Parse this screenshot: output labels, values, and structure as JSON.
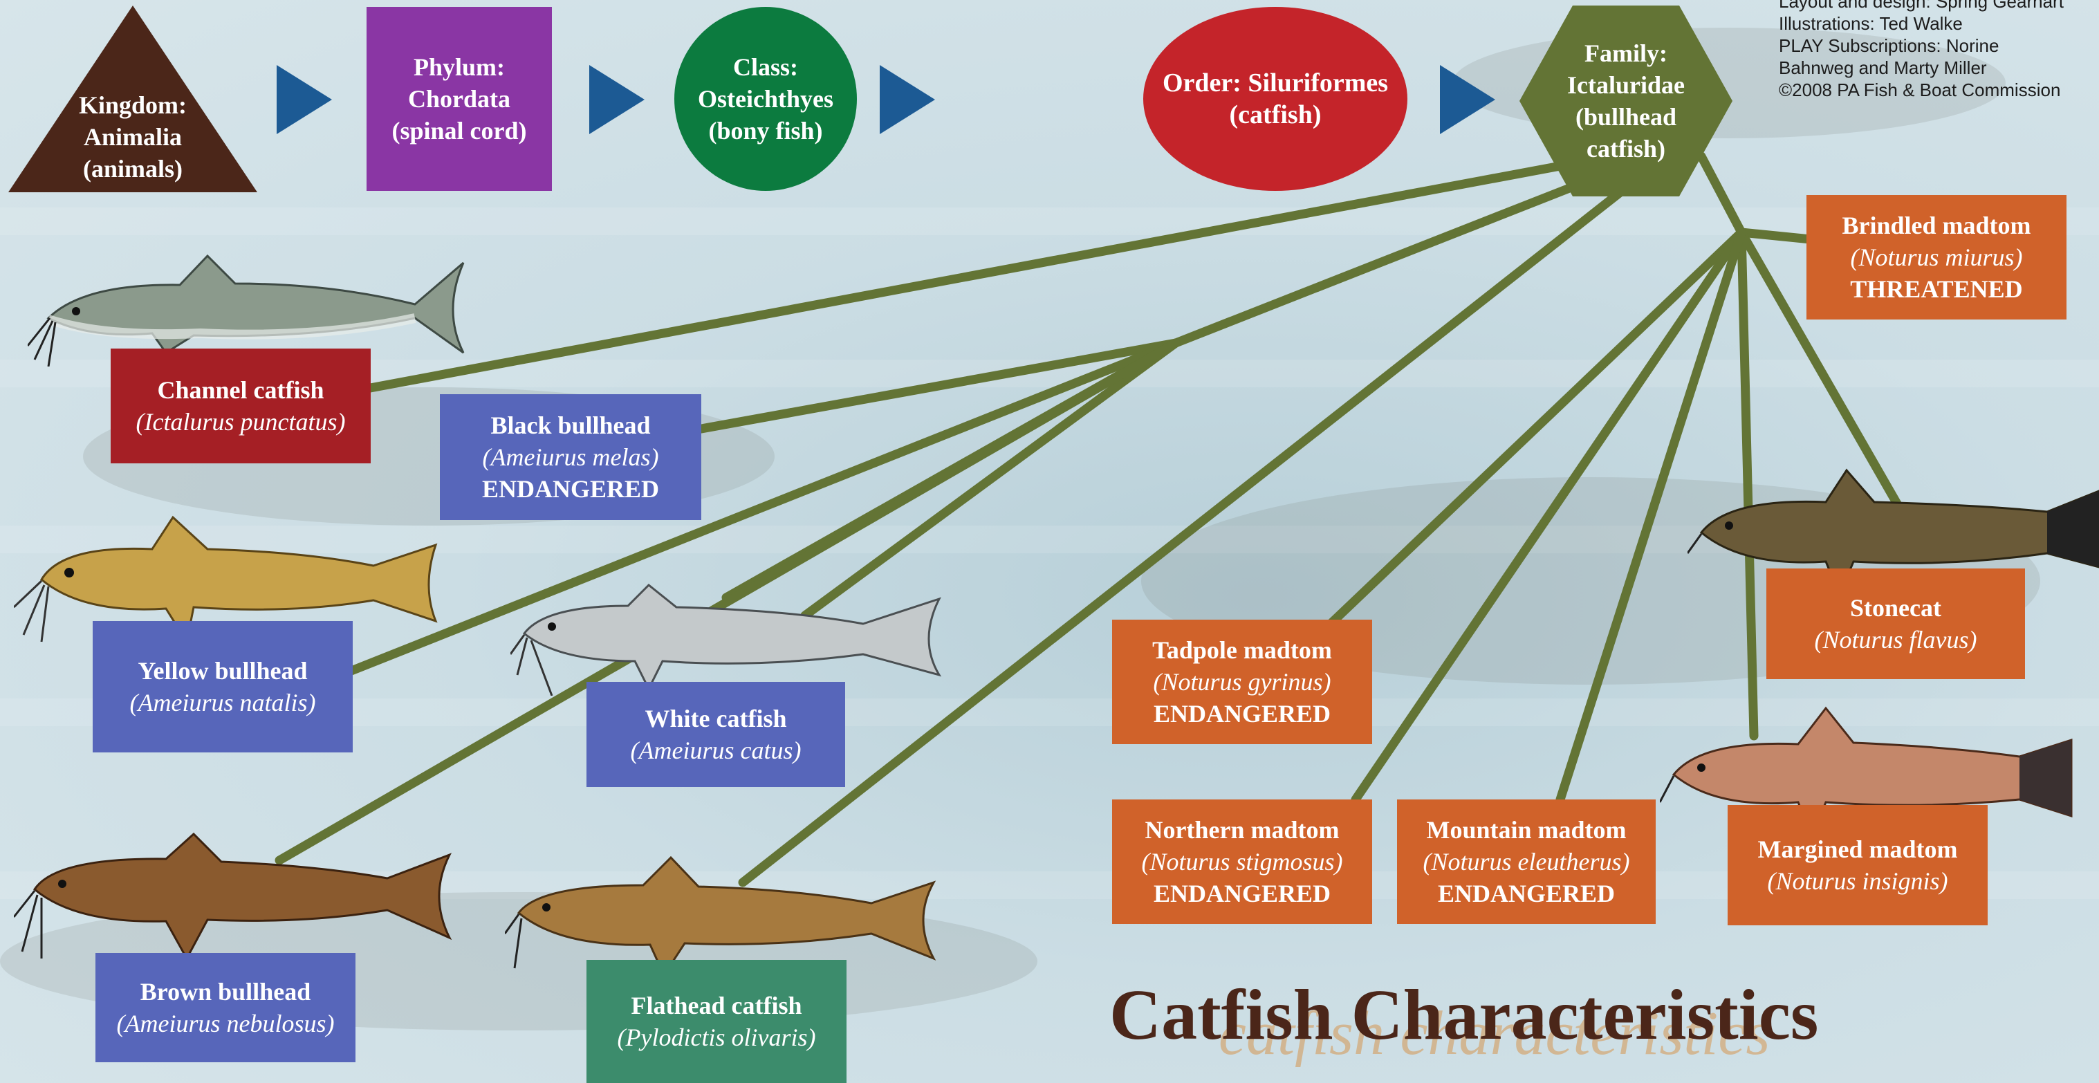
{
  "credits": {
    "line1": "Layout and design: Spring Gearhart",
    "line2": "Illustrations: Ted Walke",
    "line3": "PLAY Subscriptions: Norine",
    "line4": "Bahnweg and Marty Miller",
    "line5": "©2008 PA Fish & Boat Commission"
  },
  "taxonomy": {
    "kingdom": {
      "line1": "Kingdom:",
      "line2": "Animalia",
      "line3": "(animals)",
      "color": "#4b2619"
    },
    "phylum": {
      "line1": "Phylum:",
      "line2": "Chordata",
      "line3": "(spinal cord)",
      "color": "#8a36a4"
    },
    "class": {
      "line1": "Class:",
      "line2": "Osteichthyes",
      "line3": "(bony fish)",
      "color": "#0c7b3f"
    },
    "order": {
      "line1": "Order:  Siluriformes",
      "line2": "(catfish)",
      "color": "#c4242a"
    },
    "family": {
      "line1": "Family:",
      "line2": "Ictaluridae",
      "line3": "(bullhead",
      "line4": "catfish)",
      "color": "#637435"
    }
  },
  "species": {
    "channel": {
      "name": "Channel catfish",
      "sci": "(Ictalurus punctatus)"
    },
    "black": {
      "name": "Black bullhead",
      "sci": "(Ameiurus melas)",
      "status": "ENDANGERED"
    },
    "yellow": {
      "name": "Yellow bullhead",
      "sci": "(Ameiurus natalis)"
    },
    "white": {
      "name": "White catfish",
      "sci": "(Ameiurus catus)"
    },
    "brown": {
      "name": "Brown bullhead",
      "sci": "(Ameiurus nebulosus)"
    },
    "flathead": {
      "name": "Flathead catfish",
      "sci": "(Pylodictis olivaris)"
    },
    "brindled": {
      "name": "Brindled madtom",
      "sci": "(Noturus miurus)",
      "status": "THREATENED"
    },
    "stonecat": {
      "name": "Stonecat",
      "sci": "(Noturus flavus)"
    },
    "tadpole": {
      "name": "Tadpole madtom",
      "sci": "(Noturus gyrinus)",
      "status": "ENDANGERED"
    },
    "northern": {
      "name": "Northern madtom",
      "sci": "(Noturus stigmosus)",
      "status": "ENDANGERED"
    },
    "mountain": {
      "name": "Mountain madtom",
      "sci": "(Noturus eleutherus)",
      "status": "ENDANGERED"
    },
    "margined": {
      "name": "Margined madtom",
      "sci": "(Noturus insignis)"
    }
  },
  "colors": {
    "connector": "#637435",
    "arrow": "#1c5a94",
    "label_red": "#a51f25",
    "label_blue": "#5766ba",
    "label_orange": "#d0622a",
    "label_teal": "#3c8c6c"
  },
  "characteristics": {
    "heading": "Catfish Characteristics",
    "heading_ghost": "catfish characteristics"
  }
}
